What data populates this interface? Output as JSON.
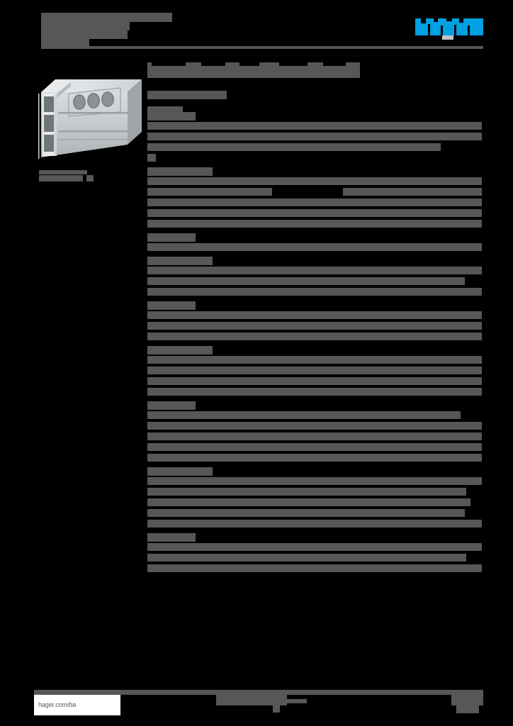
{
  "document": {
    "type": "product-datasheet",
    "brand": "hager",
    "brand_color": "#00A0E1",
    "redaction_color": "#565758",
    "page_background": "#000000",
    "content_state": "redacted",
    "header": {
      "title_lines": [
        "",
        "",
        "",
        ""
      ],
      "rule": true,
      "logo": {
        "name": "hager",
        "color": "#00A0E1"
      }
    },
    "product": {
      "image_alt": "cable trunking profile",
      "caption_lines": [
        "",
        ""
      ]
    },
    "title_block": {
      "doc_title": "",
      "doc_subtitle": "",
      "doc_reference": ""
    },
    "footer": {
      "url": "hager.com/ba",
      "center_text": "",
      "page_number": ""
    }
  },
  "spec_table": {
    "columns": [
      "property",
      "value"
    ],
    "groups": [
      {
        "heading": "",
        "rows": [
          {
            "label": "",
            "value": "",
            "label_w": 128,
            "val_x": 128,
            "val_w": 344
          },
          {
            "label": "",
            "value": "",
            "label_w": 472,
            "val_x": 0,
            "val_w": 0
          },
          {
            "label": "",
            "value": "",
            "label_w": 42,
            "val_x": 42,
            "val_w": 372
          },
          {
            "label": "",
            "value": "",
            "label_w": 12,
            "val_x": 0,
            "val_w": 0
          }
        ]
      },
      {
        "heading": "",
        "rows": [
          {
            "label": "",
            "value": "",
            "label_w": 176,
            "val_x": 176,
            "val_w": 296
          },
          {
            "label": "",
            "value": "",
            "label_w": 176,
            "val_x": 276,
            "val_w": 196
          },
          {
            "label": "",
            "value": "",
            "label_w": 472,
            "val_x": 0,
            "val_w": 0
          },
          {
            "label": "",
            "value": "",
            "label_w": 472,
            "val_x": 0,
            "val_w": 0
          },
          {
            "label": "",
            "value": "",
            "label_w": 472,
            "val_x": 0,
            "val_w": 0
          }
        ]
      },
      {
        "heading": "",
        "rows": [
          {
            "label": "",
            "value": "",
            "label_w": 472,
            "val_x": 0,
            "val_w": 0
          }
        ]
      },
      {
        "heading": "",
        "rows": [
          {
            "label": "",
            "value": "",
            "label_w": 262,
            "val_x": 262,
            "val_w": 210
          },
          {
            "label": "",
            "value": "",
            "label_w": 252,
            "val_x": 252,
            "val_w": 196
          },
          {
            "label": "",
            "value": "",
            "label_w": 472,
            "val_x": 0,
            "val_w": 0
          }
        ]
      },
      {
        "heading": "",
        "rows": [
          {
            "label": "",
            "value": "",
            "label_w": 472,
            "val_x": 0,
            "val_w": 0
          },
          {
            "label": "",
            "value": "",
            "label_w": 104,
            "val_x": 104,
            "val_w": 368
          },
          {
            "label": "",
            "value": "",
            "label_w": 472,
            "val_x": 0,
            "val_w": 0
          }
        ]
      },
      {
        "heading": "",
        "rows": [
          {
            "label": "",
            "value": "",
            "label_w": 472,
            "val_x": 0,
            "val_w": 0
          },
          {
            "label": "",
            "value": "",
            "label_w": 62,
            "val_x": 62,
            "val_w": 410
          },
          {
            "label": "",
            "value": "",
            "label_w": 472,
            "val_x": 0,
            "val_w": 0
          },
          {
            "label": "",
            "value": "",
            "label_w": 472,
            "val_x": 0,
            "val_w": 0
          }
        ]
      },
      {
        "heading": "",
        "rows": [
          {
            "label": "",
            "value": "",
            "label_w": 116,
            "val_x": 116,
            "val_w": 326
          },
          {
            "label": "",
            "value": "",
            "label_w": 472,
            "val_x": 0,
            "val_w": 0
          },
          {
            "label": "",
            "value": "",
            "label_w": 90,
            "val_x": 90,
            "val_w": 382
          },
          {
            "label": "",
            "value": "",
            "label_w": 472,
            "val_x": 0,
            "val_w": 0
          },
          {
            "label": "",
            "value": "",
            "label_w": 66,
            "val_x": 66,
            "val_w": 406
          }
        ]
      },
      {
        "heading": "",
        "rows": [
          {
            "label": "",
            "value": "",
            "label_w": 472,
            "val_x": 0,
            "val_w": 0
          },
          {
            "label": "",
            "value": "",
            "label_w": 154,
            "val_x": 154,
            "val_w": 296
          },
          {
            "label": "",
            "value": "",
            "label_w": 144,
            "val_x": 144,
            "val_w": 312
          },
          {
            "label": "",
            "value": "",
            "label_w": 96,
            "val_x": 96,
            "val_w": 352
          },
          {
            "label": "",
            "value": "",
            "label_w": 472,
            "val_x": 0,
            "val_w": 0
          }
        ]
      },
      {
        "heading": "",
        "rows": [
          {
            "label": "",
            "value": "",
            "label_w": 472,
            "val_x": 0,
            "val_w": 0
          },
          {
            "label": "",
            "value": "",
            "label_w": 106,
            "val_x": 106,
            "val_w": 344
          },
          {
            "label": "",
            "value": "",
            "label_w": 472,
            "val_x": 0,
            "val_w": 0
          }
        ]
      }
    ]
  }
}
